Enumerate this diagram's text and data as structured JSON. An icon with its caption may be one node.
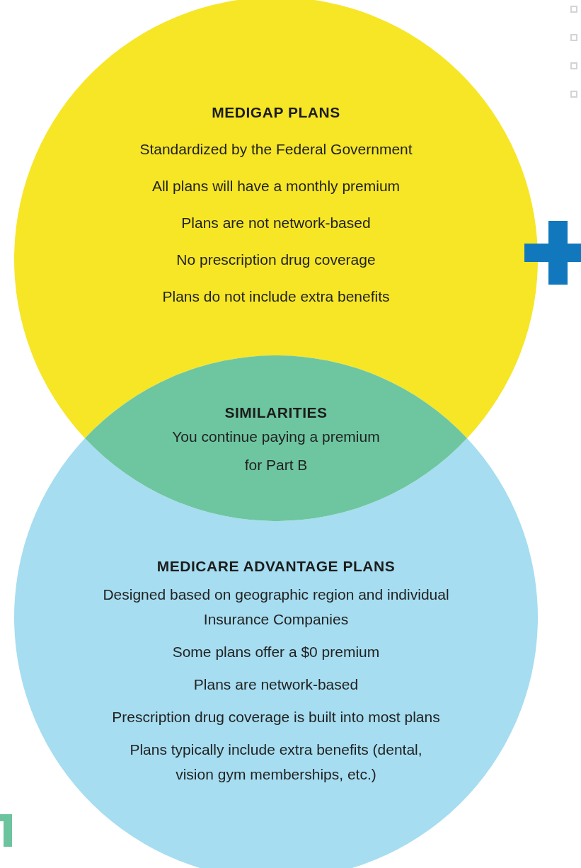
{
  "diagram": {
    "nodes": [
      {
        "text": [
          "MEDIGAP PLANS",
          "Standardized by the Federal Government",
          "All plans will have a monthly premium",
          "Plans are not network-based",
          "No prescription drug coverage",
          "Plans do not include extra benefits"
        ]
      },
      {
        "text": [
          "SIMILARITIES",
          "You continue paying a premium for Part B"
        ]
      },
      {
        "text": [
          "MEDICARE ADVANTAGE PLANS",
          "Designed based on geographic region and individual Insurance Companies",
          "Some plans offer a $0 premium",
          "Plans are network-based",
          "Prescription drug coverage is built into most plans",
          "Plans typically include extra benefits (dental, vision gym memberships, etc.)"
        ]
      }
    ]
  }
}
